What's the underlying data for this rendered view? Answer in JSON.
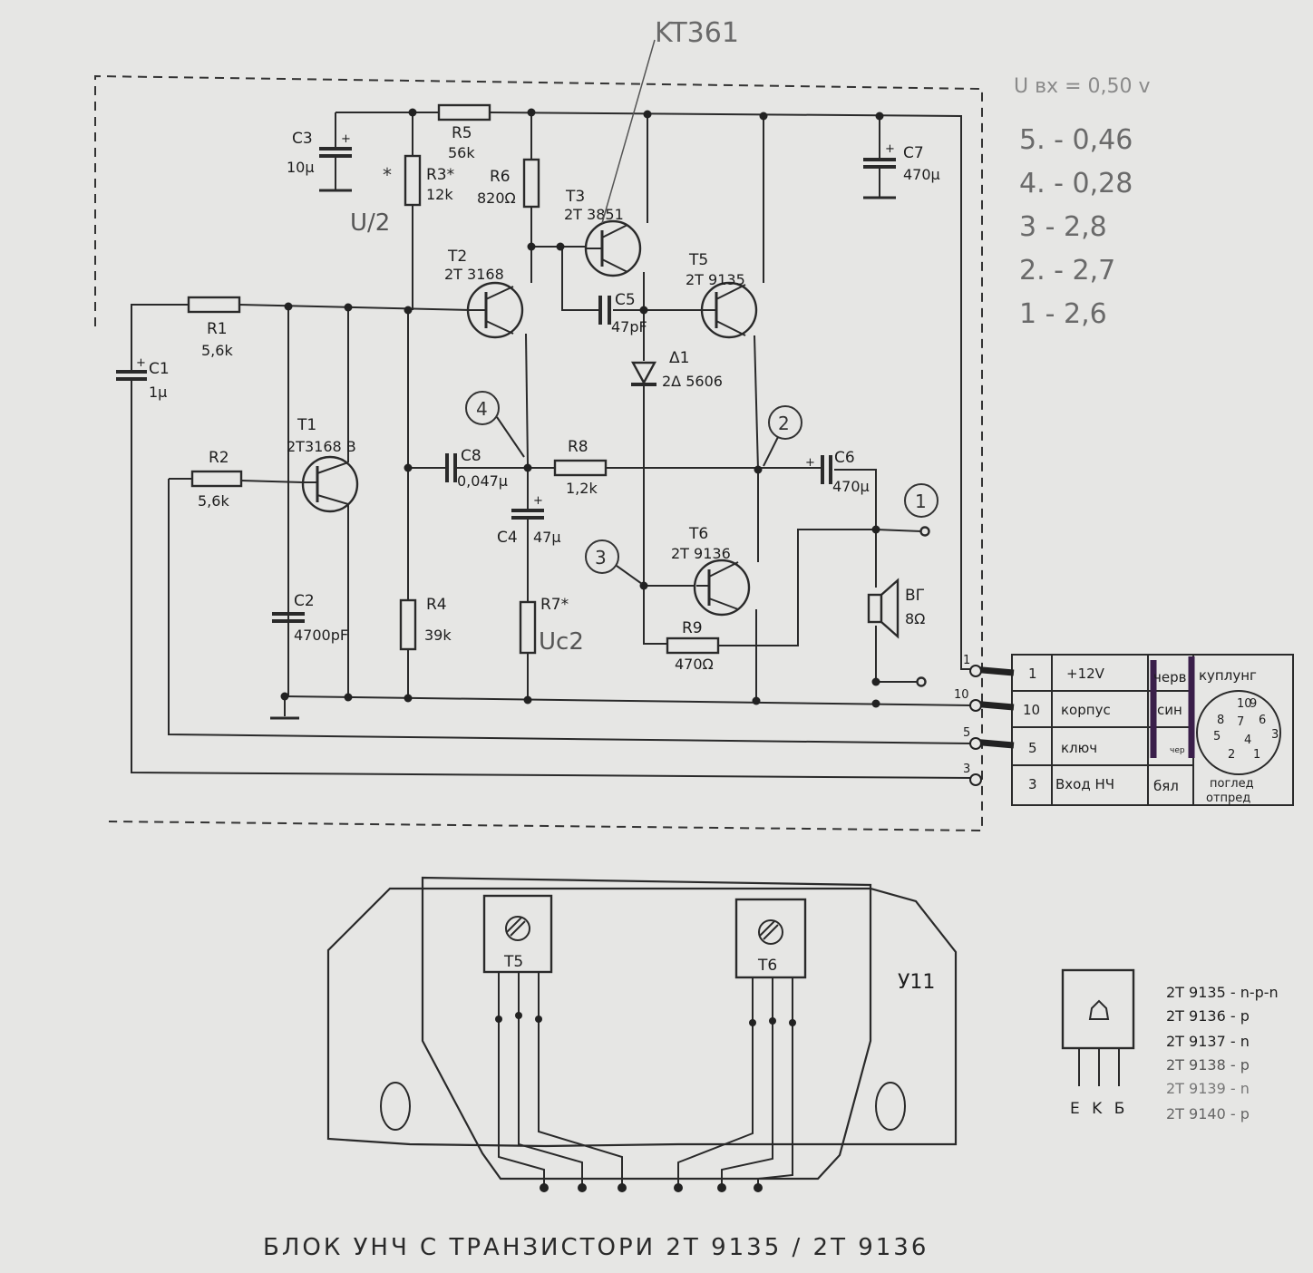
{
  "top_annotation": "KT361",
  "notes": [
    "U вх = 0,50 v",
    "5. - 0,46",
    "4. - 0,28",
    "3 - 2,8",
    "2. - 2,7",
    "1 - 2,6"
  ],
  "hand_u2": "U/2",
  "hand_uc2": "Uc2",
  "components": {
    "c1": {
      "name": "C1",
      "value": "1µ"
    },
    "c2": {
      "name": "C2",
      "value": "4700pF"
    },
    "c3": {
      "name": "C3",
      "value": "10µ"
    },
    "c4": {
      "name": "C4",
      "value": "47µ"
    },
    "c5": {
      "name": "C5",
      "value": "47pF"
    },
    "c6": {
      "name": "C6",
      "value": "470µ"
    },
    "c7": {
      "name": "C7",
      "value": "470µ"
    },
    "c8": {
      "name": "C8",
      "value": "0,047µ"
    },
    "r1": {
      "name": "R1",
      "value": "5,6k"
    },
    "r2": {
      "name": "R2",
      "value": "5,6k"
    },
    "r3": {
      "name": "R3*",
      "value": "12k"
    },
    "r4": {
      "name": "R4",
      "value": "39k"
    },
    "r5": {
      "name": "R5",
      "value": "56k"
    },
    "r6": {
      "name": "R6",
      "value": "820Ω"
    },
    "r7": {
      "name": "R7*"
    },
    "r8": {
      "name": "R8",
      "value": "1,2k"
    },
    "r9": {
      "name": "R9",
      "value": "470Ω"
    },
    "d1": {
      "name": "Δ1",
      "value": "2Δ 5606"
    },
    "t1": {
      "name": "T1",
      "value": "2T3168 B"
    },
    "t2": {
      "name": "T2",
      "value": "2T 3168"
    },
    "t3": {
      "name": "T3",
      "value": "2T 3851"
    },
    "t5": {
      "name": "T5",
      "value": "2T 9135"
    },
    "t6": {
      "name": "T6",
      "value": "2T 9136"
    },
    "speaker": {
      "name": "BГ",
      "value": "8Ω"
    }
  },
  "test_points": [
    "1",
    "2",
    "3",
    "4"
  ],
  "star_mark": "*",
  "connector": {
    "rows": [
      {
        "pin": "1",
        "signal": "+12V",
        "wire": "черв"
      },
      {
        "pin": "10",
        "signal": "корпус",
        "wire": "син"
      },
      {
        "pin": "5",
        "signal": "ключ",
        "wire": "чер"
      },
      {
        "pin": "3",
        "signal": "Вход НЧ",
        "wire": "бял"
      }
    ],
    "plug_title": "куплунг",
    "plug_caption": [
      "поглед",
      "отпред"
    ],
    "plug_pins": [
      "1",
      "2",
      "3",
      "4",
      "5",
      "6",
      "7",
      "8",
      "9",
      "10"
    ]
  },
  "board": {
    "label": "У11",
    "t5": "T5",
    "t6": "T6"
  },
  "package": {
    "pins": "E K Б",
    "list": [
      "2T 9135 - n-p-n",
      "2T 9136 - p",
      "2T 9137 - n",
      "2T 9138 - p",
      "2T 9139 - n",
      "2T 9140 - p"
    ]
  },
  "title": "БЛОК УНЧ С ТРАНЗИСТОРИ 2T 9135 / 2T 9136"
}
